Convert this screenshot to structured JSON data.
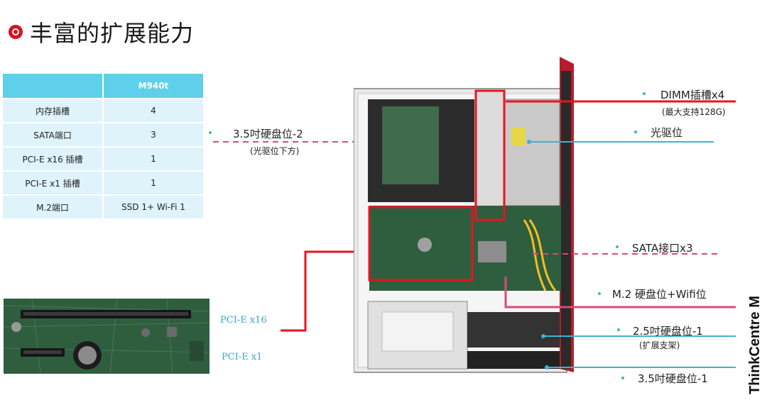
{
  "title": "丰富的扩展能力",
  "table": {
    "header": [
      "",
      "M940t"
    ],
    "rows": [
      [
        "内存插槽",
        "4"
      ],
      [
        "SATA端口",
        "3"
      ],
      [
        "PCI-E x16 插槽",
        "1"
      ],
      [
        "PCI-E x1 插槽",
        "1"
      ],
      [
        "M.2端口",
        "SSD 1+ Wi-Fi 1"
      ]
    ]
  },
  "pcie_labels": {
    "x16": "PCI-E x16",
    "x1": "PCI-E x1"
  },
  "callouts": {
    "dimm": "DIMM插槽x4",
    "dimm_note": "(最大支持128G)",
    "optical": "光驱位",
    "hdd35_2": "3.5吋硬盘位-2",
    "hdd35_2_note": "(光驱位下方)",
    "sata": "SATA接口x3",
    "m2": "M.2 硬盘位+Wifi位",
    "hdd25_1": "2.5吋硬盘位-1",
    "hdd25_1_note": "(扩展支架)",
    "hdd35_1": "3.5吋硬盘位-1"
  },
  "brand": "ThinkCentre M",
  "colors": {
    "red": "#e5141f",
    "blue": "#3cb4d0",
    "pink": "#d64b7e",
    "table_header": "#5fd0ea",
    "table_cell": "#dff3fa"
  }
}
